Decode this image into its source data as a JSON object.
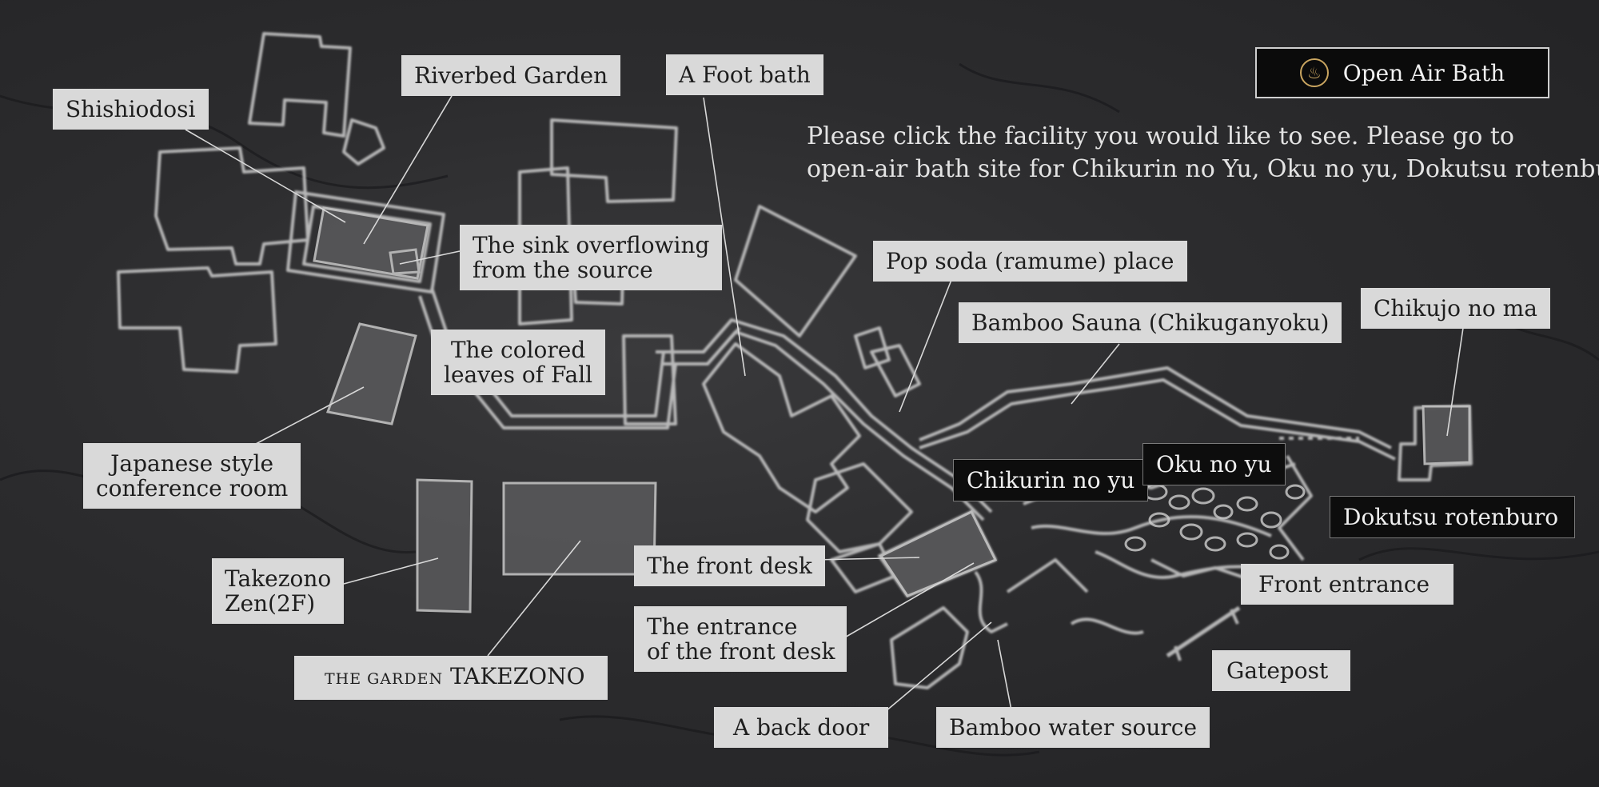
{
  "header": {
    "open_air_bath": "Open Air Bath",
    "instruction_line1": "Please click the facility you would like to see. Please go to",
    "instruction_line2": "open-air bath site for Chikurin no Yu, Oku no yu, Dokutsu rotenburo."
  },
  "labels": {
    "shishiodosi": "Shishiodosi",
    "riverbed_garden": "Riverbed Garden",
    "foot_bath": "A Foot bath",
    "sink_line1": "The sink overflowing",
    "sink_line2": "from the source",
    "colored_line1": "The colored",
    "colored_line2": "leaves of Fall",
    "pop_soda": "Pop soda (ramume) place",
    "bamboo_sauna": "Bamboo Sauna (Chikuganyoku)",
    "chikujo": "Chikujo no ma",
    "japanese_line1": "Japanese style",
    "japanese_line2": "conference room",
    "takezono_zen_line1": "Takezono",
    "takezono_zen_line2": "Zen(2F)",
    "garden_prefix": "THE GARDEN",
    "garden_name": "TAKEZONO",
    "front_desk": "The front desk",
    "entrance_line1": "The entrance",
    "entrance_line2": "of the front desk",
    "back_door": "A back door",
    "bamboo_water": "Bamboo water source",
    "front_entrance": "Front entrance",
    "gatepost": "Gatepost",
    "chikurin": "Chikurin no yu",
    "oku": "Oku no yu",
    "dokutsu": "Dokutsu rotenburo"
  },
  "colors": {
    "background": "#2a2a2c",
    "label_bg": "#d9d9d9",
    "label_dark_bg": "#0d0d0d",
    "badge_gold": "#c9a560",
    "map_line": "#d0d0d0"
  },
  "icons": {
    "open_air_badge": "onsen-crest-icon"
  }
}
